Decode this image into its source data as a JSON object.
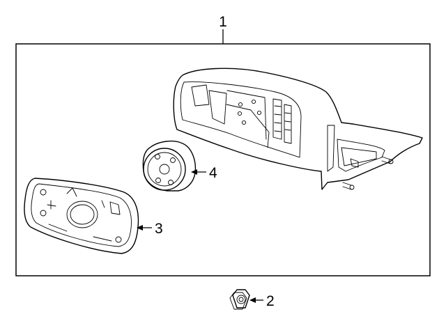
{
  "callouts": {
    "assembly": "1",
    "nut": "2",
    "glass": "3",
    "motor": "4"
  },
  "colors": {
    "line": "#000000",
    "background": "#ffffff",
    "part_fill": "#ffffff"
  }
}
